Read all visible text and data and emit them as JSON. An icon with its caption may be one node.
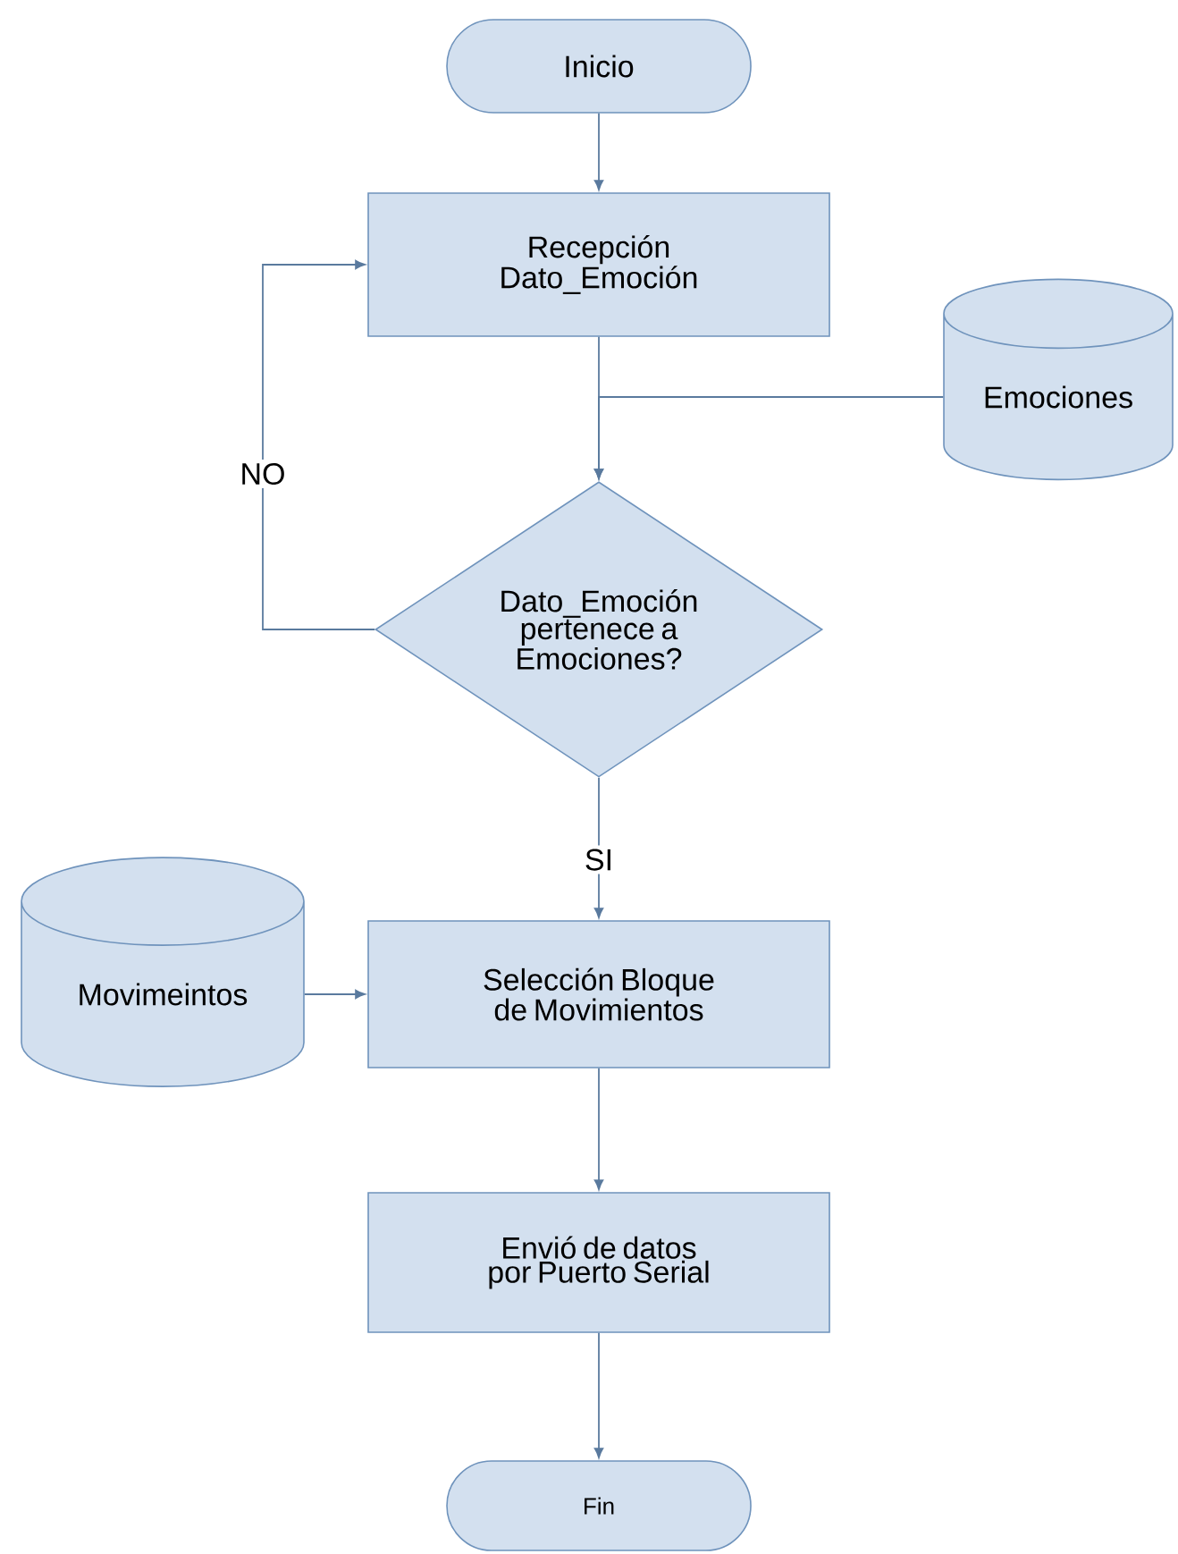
{
  "diagram": {
    "nodes": [
      {
        "text": [
          "Inicio"
        ]
      },
      {
        "text": [
          "Recepción Dato_Emoción"
        ]
      },
      {
        "text": [
          "Emociones"
        ]
      },
      {
        "text": [
          "Dato_Emoción pertenece a Emociones?"
        ]
      },
      {
        "text": [
          "Selección Bloque de Movimientos"
        ]
      },
      {
        "text": [
          "Movimeintos"
        ]
      },
      {
        "text": [
          "Envió de datos por Puerto Serial"
        ]
      },
      {
        "text": [
          "Fin"
        ]
      }
    ],
    "edges": [
      {
        "from": 0,
        "to": 1,
        "arrow": "to"
      },
      {
        "from": 1,
        "to": 3,
        "arrow": "to"
      },
      {
        "from": 2,
        "to": 3,
        "arrow": "to"
      },
      {
        "from": 3,
        "to": 1,
        "arrow": "to",
        "label": "NO"
      },
      {
        "from": 3,
        "to": 4,
        "arrow": "to",
        "label": "SI"
      },
      {
        "from": 5,
        "to": 4,
        "arrow": "to"
      },
      {
        "from": 4,
        "to": 6,
        "arrow": "to"
      },
      {
        "from": 6,
        "to": 7,
        "arrow": "to"
      }
    ]
  }
}
